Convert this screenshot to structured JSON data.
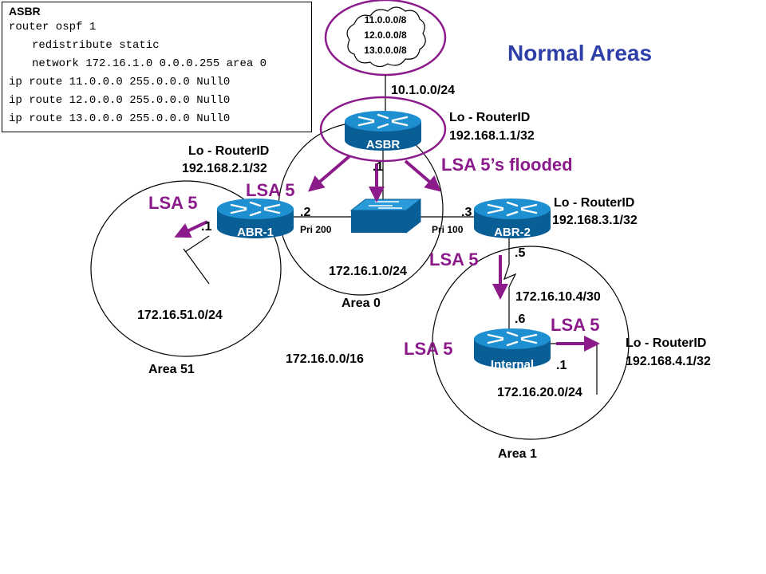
{
  "config": {
    "title": "ASBR",
    "lines": [
      "router ospf 1",
      "redistribute static",
      "network 172.16.1.0 0.0.0.255 area 0",
      "ip route 11.0.0.0 255.0.0.0 Null0",
      "ip route 12.0.0.0 255.0.0.0 Null0",
      "ip route 13.0.0.0 255.0.0.0 Null0"
    ]
  },
  "title": "Normal Areas",
  "cloud_networks": [
    "11.0.0.0/8",
    "12.0.0.0/8",
    "13.0.0.0/8"
  ],
  "routers": {
    "asbr": {
      "label": "ASBR",
      "lo_label": "Lo - RouterID",
      "router_id": "192.168.1.1/32"
    },
    "abr1": {
      "label": "ABR-1",
      "lo_label": "Lo - RouterID",
      "router_id": "192.168.2.1/32"
    },
    "abr2": {
      "label": "ABR-2",
      "lo_label": "Lo - RouterID",
      "router_id": "192.168.3.1/32"
    },
    "internal": {
      "label": "Internal",
      "lo_label": "Lo - RouterID",
      "router_id": "192.168.4.1/32"
    }
  },
  "networks": {
    "asbr_uplink": "10.1.0.0/24",
    "area0_lan": "172.16.1.0/24",
    "area51_lan": "172.16.51.0/24",
    "serial_link": "172.16.10.4/30",
    "area1_lan": "172.16.20.0/24",
    "summary": "172.16.0.0/16"
  },
  "interfaces": {
    "asbr_lan": ".1",
    "abr1_lan": ".2",
    "abr1_pri": "Pri 200",
    "abr1_area51": ".1",
    "abr2_lan": ".3",
    "abr2_pri": "Pri 100",
    "abr2_serial": ".5",
    "internal_serial": ".6",
    "internal_lan": ".1"
  },
  "areas": {
    "area0": "Area 0",
    "area51": "Area 51",
    "area1": "Area 1"
  },
  "lsa_labels": {
    "flooded": "LSA 5’s flooded",
    "abr1": "LSA 5",
    "area51": "LSA 5",
    "abr2_down": "LSA 5",
    "internal_left": "LSA 5",
    "internal_right": "LSA 5"
  },
  "colors": {
    "lsa_purple": "#8B1A8B",
    "title_blue": "#2E3FA8",
    "router_blue": "#1E8FD0",
    "router_dark": "#0A5E96",
    "switch_blue": "#2A9BD8"
  }
}
